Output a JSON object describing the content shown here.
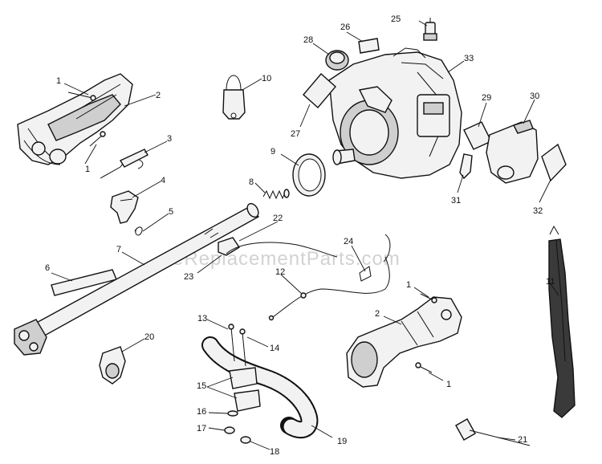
{
  "watermark": "eReplacementParts.com",
  "parts": [
    {
      "id": "p1a",
      "label": "1",
      "name": "screw-upper-left"
    },
    {
      "id": "p1b",
      "label": "1",
      "name": "screw-lower-left"
    },
    {
      "id": "p2a",
      "label": "2",
      "name": "engine-housing-upper"
    },
    {
      "id": "p3",
      "label": "3",
      "name": "throttle-spring"
    },
    {
      "id": "p4",
      "label": "4",
      "name": "trigger"
    },
    {
      "id": "p5",
      "label": "5",
      "name": "trigger-spring"
    },
    {
      "id": "p6",
      "label": "6",
      "name": "decal-shaft"
    },
    {
      "id": "p7",
      "label": "7",
      "name": "drive-shaft-tube"
    },
    {
      "id": "p8",
      "label": "8",
      "name": "clutch-spring"
    },
    {
      "id": "p9",
      "label": "9",
      "name": "clutch-ring"
    },
    {
      "id": "p10",
      "label": "10",
      "name": "spark-plug-boot"
    },
    {
      "id": "p11",
      "label": "11",
      "name": "shoulder-strap"
    },
    {
      "id": "p12",
      "label": "12",
      "name": "throttle-cable"
    },
    {
      "id": "p13",
      "label": "13",
      "name": "screw-handle-a"
    },
    {
      "id": "p14",
      "label": "14",
      "name": "screw-handle-b"
    },
    {
      "id": "p15",
      "label": "15",
      "name": "handle-clamp"
    },
    {
      "id": "p16",
      "label": "16",
      "name": "washer"
    },
    {
      "id": "p17",
      "label": "17",
      "name": "nut-a"
    },
    {
      "id": "p18",
      "label": "18",
      "name": "nut-b"
    },
    {
      "id": "p19",
      "label": "19",
      "name": "loop-handle"
    },
    {
      "id": "p20",
      "label": "20",
      "name": "shaft-coupler"
    },
    {
      "id": "p21",
      "label": "21",
      "name": "spark-plug-wrench"
    },
    {
      "id": "p22",
      "label": "22",
      "name": "stop-switch"
    },
    {
      "id": "p23",
      "label": "23",
      "name": "switch-wire"
    },
    {
      "id": "p24",
      "label": "24",
      "name": "cable-clip"
    },
    {
      "id": "p25",
      "label": "25",
      "name": "spark-plug"
    },
    {
      "id": "p26",
      "label": "26",
      "name": "label-small"
    },
    {
      "id": "p27",
      "label": "27",
      "name": "decal-engine"
    },
    {
      "id": "p28",
      "label": "28",
      "name": "primer-bulb"
    },
    {
      "id": "p29",
      "label": "29",
      "name": "air-filter"
    },
    {
      "id": "p30",
      "label": "30",
      "name": "air-filter-cover"
    },
    {
      "id": "p31",
      "label": "31",
      "name": "filter-pad"
    },
    {
      "id": "p32",
      "label": "32",
      "name": "decal-cover"
    },
    {
      "id": "p33",
      "label": "33",
      "name": "engine"
    },
    {
      "id": "p1c",
      "label": "1",
      "name": "screw-upper-right"
    },
    {
      "id": "p2b",
      "label": "2",
      "name": "engine-housing-lower"
    },
    {
      "id": "p1d",
      "label": "1",
      "name": "screw-lower-right"
    }
  ]
}
